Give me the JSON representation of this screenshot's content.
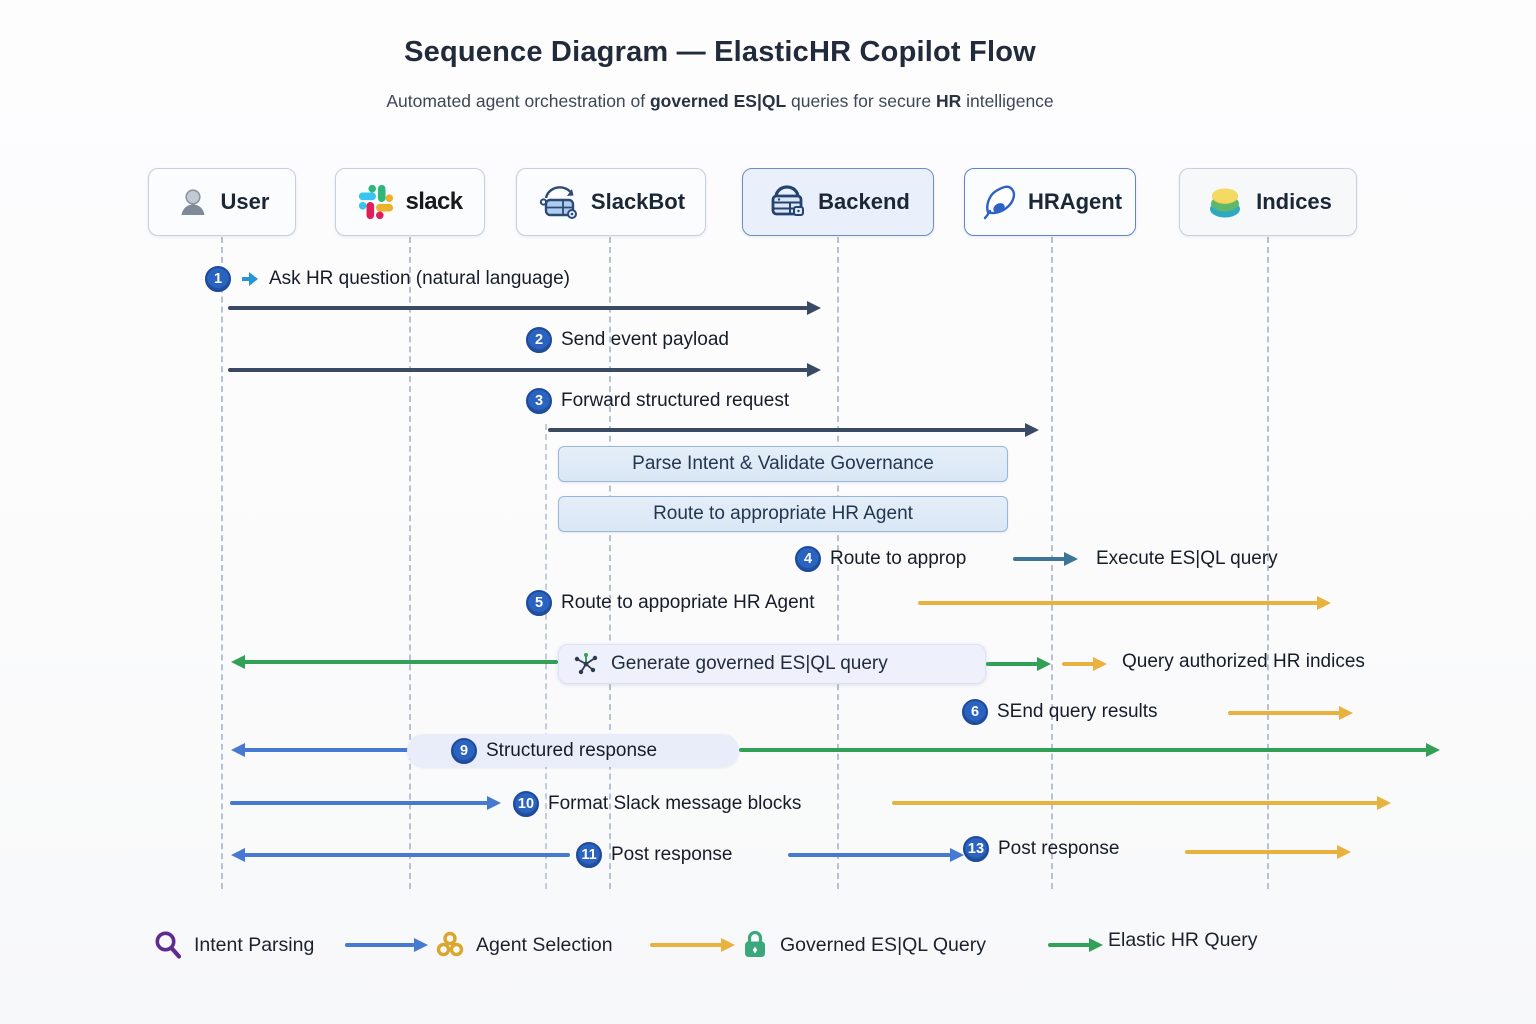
{
  "header": {
    "title": "Sequence Diagram — ElasticHR Copilot Flow",
    "subtitle": {
      "p1": "Automated agent orchestration of ",
      "b1": "governed ES|QL",
      "p2": " queries for secure ",
      "b2": "HR",
      "p3": " intelligence"
    }
  },
  "actors": [
    {
      "label": "User",
      "icon": "user-icon"
    },
    {
      "label": "slack",
      "icon": "slack-icon"
    },
    {
      "label": "SlackBot",
      "icon": "slackbot-icon"
    },
    {
      "label": "Backend",
      "icon": "backend-server-icon"
    },
    {
      "label": "HRAgent",
      "icon": "quill-icon"
    },
    {
      "label": "Indices",
      "icon": "indices-stack-icon"
    }
  ],
  "messages": {
    "m1": {
      "num": "1",
      "label": "Ask HR question (natural language)"
    },
    "m2": {
      "num": "2",
      "label": "Send event payload"
    },
    "m3": {
      "num": "3",
      "label": "Forward structured request"
    },
    "m4": {
      "num": "4",
      "label": "Route to approp",
      "target_label": "Execute ES|QL query"
    },
    "m5": {
      "num": "5",
      "label": "Route to appopriate HR Agent"
    },
    "m6": {
      "num": "6",
      "label": "SEnd query results"
    },
    "m9": {
      "num": "9",
      "label": "Structured response"
    },
    "m10": {
      "num": "10",
      "label": "Format Slack message blocks"
    },
    "m11": {
      "num": "11",
      "label": "Post response"
    },
    "m13": {
      "num": "13",
      "label": "Post response"
    }
  },
  "process": {
    "parse": "Parse Intent & Validate Governance",
    "route": "Route to appropriate HR Agent",
    "generate": "Generate governed ES|QL query",
    "query_target": "Query authorized HR indices"
  },
  "legend": {
    "items": [
      {
        "icon": "magnifier-icon",
        "label": "Intent Parsing"
      },
      {
        "icon": "cluster-icon",
        "label": "Agent Selection"
      },
      {
        "icon": "lock-icon",
        "label": "Governed ES|QL Query"
      },
      {
        "icon": "",
        "label": "Elastic HR Query"
      }
    ]
  },
  "colors": {
    "navy_arrow": "#3a4a64",
    "blue_arrow": "#4679d2",
    "yellow_arrow": "#e9b23e",
    "green_arrow": "#33a057",
    "teal_arrow": "#3d7596",
    "badge_blue": "#2b63c1",
    "backend_box_bg": "#e9effb",
    "slack_blue": "#36C5F0",
    "slack_green": "#2EB67D",
    "slack_yellow": "#ECB22E",
    "slack_red": "#E01E5A"
  }
}
